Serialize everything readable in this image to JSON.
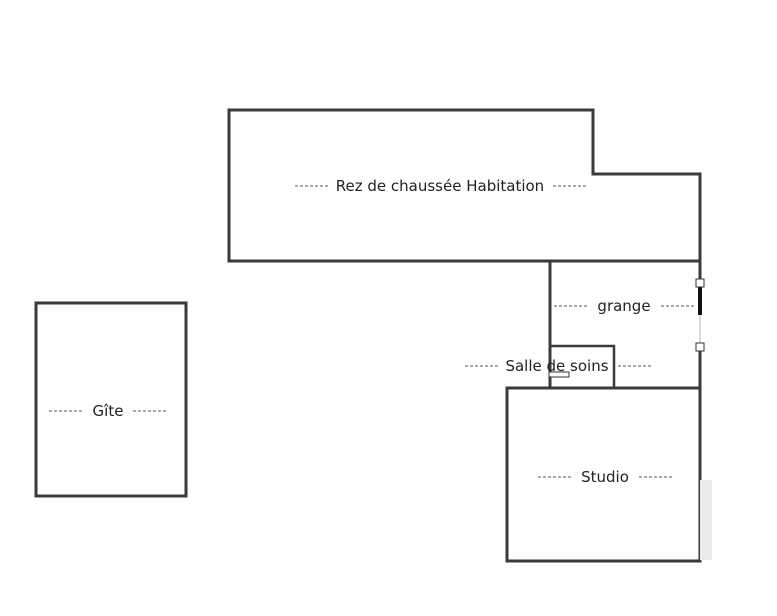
{
  "rooms": {
    "habitation": "Rez de chaussée Habitation",
    "grange": "grange",
    "salle_soins": "Salle de soins",
    "gite": "Gîte",
    "studio": "Studio"
  },
  "colors": {
    "wall": "#3a3a3a",
    "background": "#ffffff"
  }
}
